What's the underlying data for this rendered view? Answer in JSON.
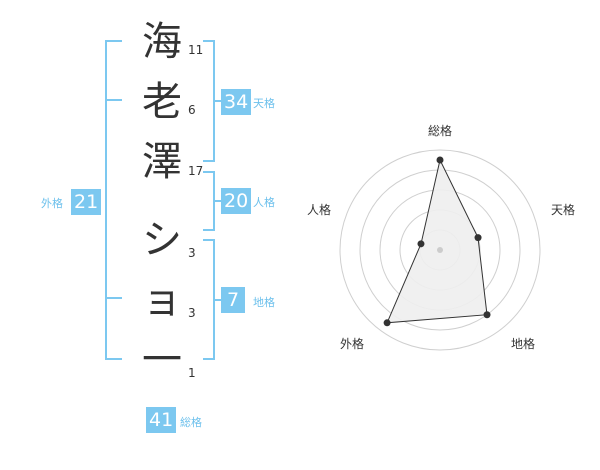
{
  "name": {
    "chars": [
      {
        "char": "海",
        "strokes": "11"
      },
      {
        "char": "老",
        "strokes": "6"
      },
      {
        "char": "澤",
        "strokes": "17"
      },
      {
        "char": "シ",
        "strokes": "3"
      },
      {
        "char": "ョ",
        "strokes": "3"
      },
      {
        "char": "一",
        "strokes": "1"
      }
    ]
  },
  "fortunes": {
    "tenkaku": {
      "value": "34",
      "label": "天格"
    },
    "jinkaku": {
      "value": "20",
      "label": "人格"
    },
    "chikaku": {
      "value": "7",
      "label": "地格"
    },
    "gaikaku": {
      "value": "21",
      "label": "外格"
    },
    "soukaku": {
      "value": "41",
      "label": "総格"
    }
  },
  "colors": {
    "accent": "#7cc8f0",
    "accent_text": "#6cc0ec",
    "text": "#333333"
  },
  "chart_data": {
    "type": "radar",
    "axes": [
      "総格",
      "天格",
      "地格",
      "外格",
      "人格"
    ],
    "values": [
      4.5,
      2.0,
      4.0,
      4.5,
      1.0
    ],
    "rmax": 5,
    "grid": true
  }
}
